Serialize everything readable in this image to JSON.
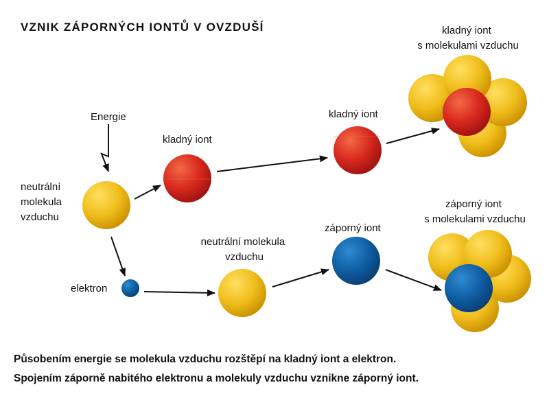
{
  "title": "VZNIK ZÁPORNÝCH IONTŮ V OVZDUŠÍ",
  "labels": {
    "energy": "Energie",
    "neutral_molecule": [
      "neutrální",
      "molekula",
      "vzduchu"
    ],
    "positive_ion_1": "kladný iont",
    "positive_ion_2": "kladný iont",
    "positive_cluster": [
      "kladný iont",
      "s molekulami vzduchu"
    ],
    "electron": "elektron",
    "neutral_molecule_2": [
      "neutrální molekula",
      "vzduchu"
    ],
    "negative_ion": "záporný iont",
    "negative_cluster": [
      "záporný iont",
      "s molekulami vzduchu"
    ]
  },
  "captions": [
    "Působením energie se molekula vzduchu rozštěpí na kladný iont a elektron.",
    "Spojením záporně nabitého elektronu a molekuly vzduchu vznikne záporný iont."
  ],
  "colors": {
    "molecule": "#f0be1c",
    "positive_ion": "#d8281e",
    "negative_ion": "#0f5fa4",
    "arrow": "#111111"
  }
}
